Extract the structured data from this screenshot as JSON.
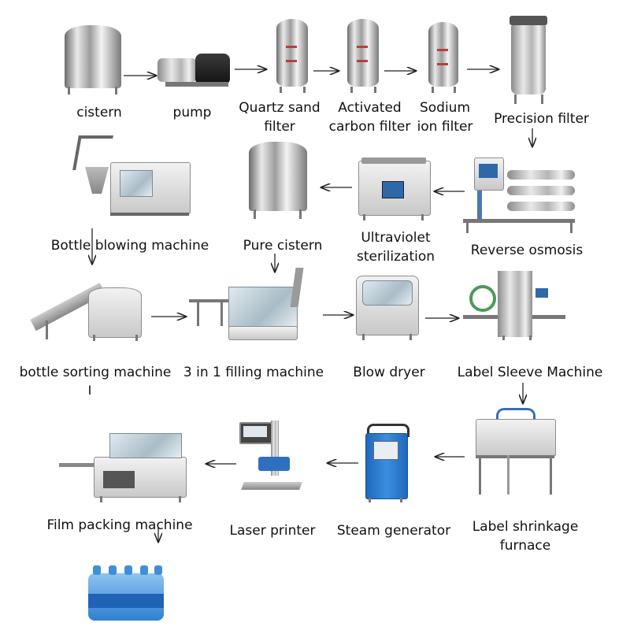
{
  "steps": {
    "cistern": "cistern",
    "pump": "pump",
    "quartz_l1": "Quartz sand",
    "quartz_l2": "filter",
    "carbon_l1": "Activated",
    "carbon_l2": "carbon filter",
    "sodium_l1": "Sodium",
    "sodium_l2": "ion filter",
    "precision": "Precision filter",
    "bottle_blowing": "Bottle blowing machine",
    "pure_cistern": "Pure cistern",
    "uv_l1": "Ultraviolet",
    "uv_l2": "sterilization",
    "reverse_osmosis": "Reverse osmosis",
    "bottle_sorting": "bottle sorting machine",
    "filling": "3 in 1 filling machine",
    "blow_dryer": "Blow dryer",
    "label_sleeve": "Label Sleeve Machine",
    "film_packing": "Film packing machine",
    "laser_printer": "Laser printer",
    "steam_generator": "Steam generator",
    "shrink_l1": "Label shrinkage",
    "shrink_l2": "furnace",
    "stray_mark": "I"
  },
  "colors": {
    "steel_light": "#e9e9e9",
    "steel_dark": "#6b6b6b",
    "arrow": "#222222",
    "bottle_blue": "#2f7fd0",
    "bottle_label": "#1e63b5",
    "generator_blue": "#2c7fd6"
  }
}
